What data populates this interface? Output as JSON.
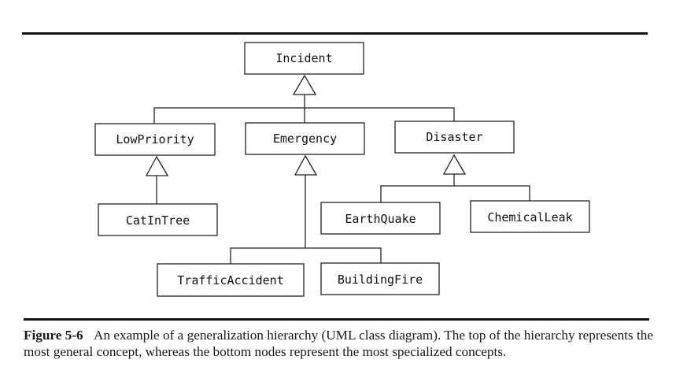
{
  "diagram": {
    "title": "Generalization hierarchy (UML class diagram)",
    "classes": [
      {
        "id": "incident",
        "name": "Incident"
      },
      {
        "id": "lowpriority",
        "name": "LowPriority"
      },
      {
        "id": "emergency",
        "name": "Emergency"
      },
      {
        "id": "disaster",
        "name": "Disaster"
      },
      {
        "id": "catintree",
        "name": "CatInTree"
      },
      {
        "id": "earthquake",
        "name": "EarthQuake"
      },
      {
        "id": "chemicalleak",
        "name": "ChemicalLeak"
      },
      {
        "id": "trafficaccident",
        "name": "TrafficAccident"
      },
      {
        "id": "buildingfire",
        "name": "BuildingFire"
      }
    ],
    "generalizations": [
      {
        "parent": "Incident",
        "children": [
          "LowPriority",
          "Emergency",
          "Disaster"
        ]
      },
      {
        "parent": "LowPriority",
        "children": [
          "CatInTree"
        ]
      },
      {
        "parent": "Emergency",
        "children": [
          "TrafficAccident",
          "BuildingFire"
        ]
      },
      {
        "parent": "Disaster",
        "children": [
          "EarthQuake",
          "ChemicalLeak"
        ]
      }
    ]
  },
  "caption": {
    "label": "Figure 5-6",
    "text": "An example of a generalization hierarchy (UML class diagram). The top of the hierarchy represents the most general concept, whereas the bottom nodes represent the most specialized concepts."
  }
}
